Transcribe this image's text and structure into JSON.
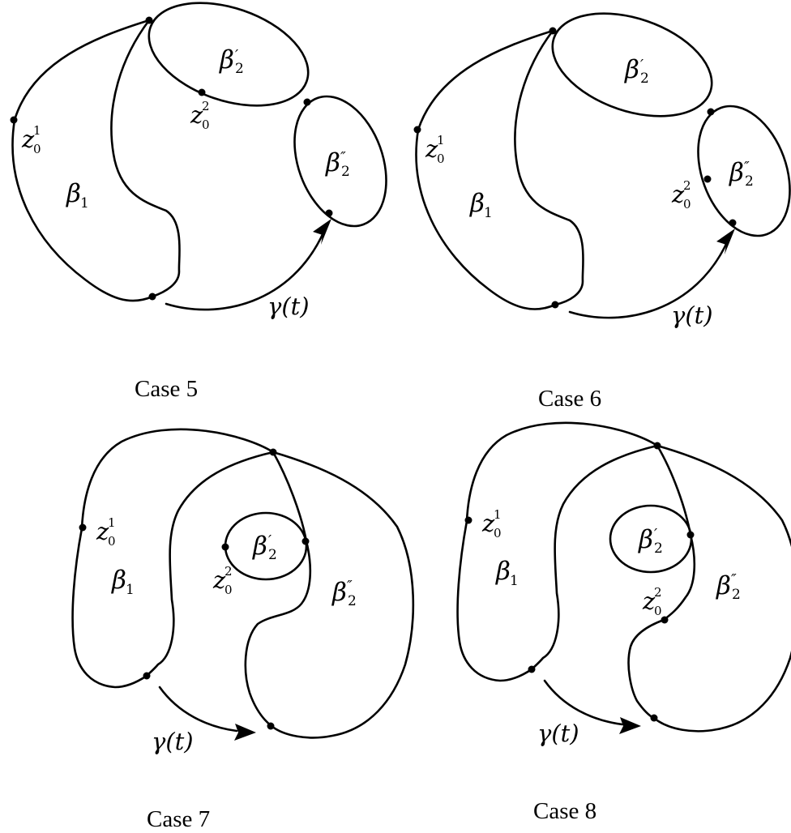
{
  "panels": [
    {
      "caption": "Case 5",
      "labels": {
        "beta": "β",
        "prime": "′",
        "dprime": "″",
        "sub1": "1",
        "sub2": "2",
        "z": "z",
        "z_sub": "0",
        "z1_sup": "1",
        "z2_sup": "2",
        "gamma": "γ(t)"
      }
    },
    {
      "caption": "Case 6",
      "labels": {
        "beta": "β",
        "prime": "′",
        "dprime": "″",
        "sub1": "1",
        "sub2": "2",
        "z": "z",
        "z_sub": "0",
        "z1_sup": "1",
        "z2_sup": "2",
        "gamma": "γ(t)"
      }
    },
    {
      "caption": "Case 7",
      "labels": {
        "beta": "β",
        "prime": "′",
        "dprime": "″",
        "sub1": "1",
        "sub2": "2",
        "z": "z",
        "z_sub": "0",
        "z1_sup": "1",
        "z2_sup": "2",
        "gamma": "γ(t)"
      }
    },
    {
      "caption": "Case 8",
      "labels": {
        "beta": "β",
        "prime": "′",
        "dprime": "″",
        "sub1": "1",
        "sub2": "2",
        "z": "z",
        "z_sub": "0",
        "z1_sup": "1",
        "z2_sup": "2",
        "gamma": "γ(t)"
      }
    }
  ]
}
